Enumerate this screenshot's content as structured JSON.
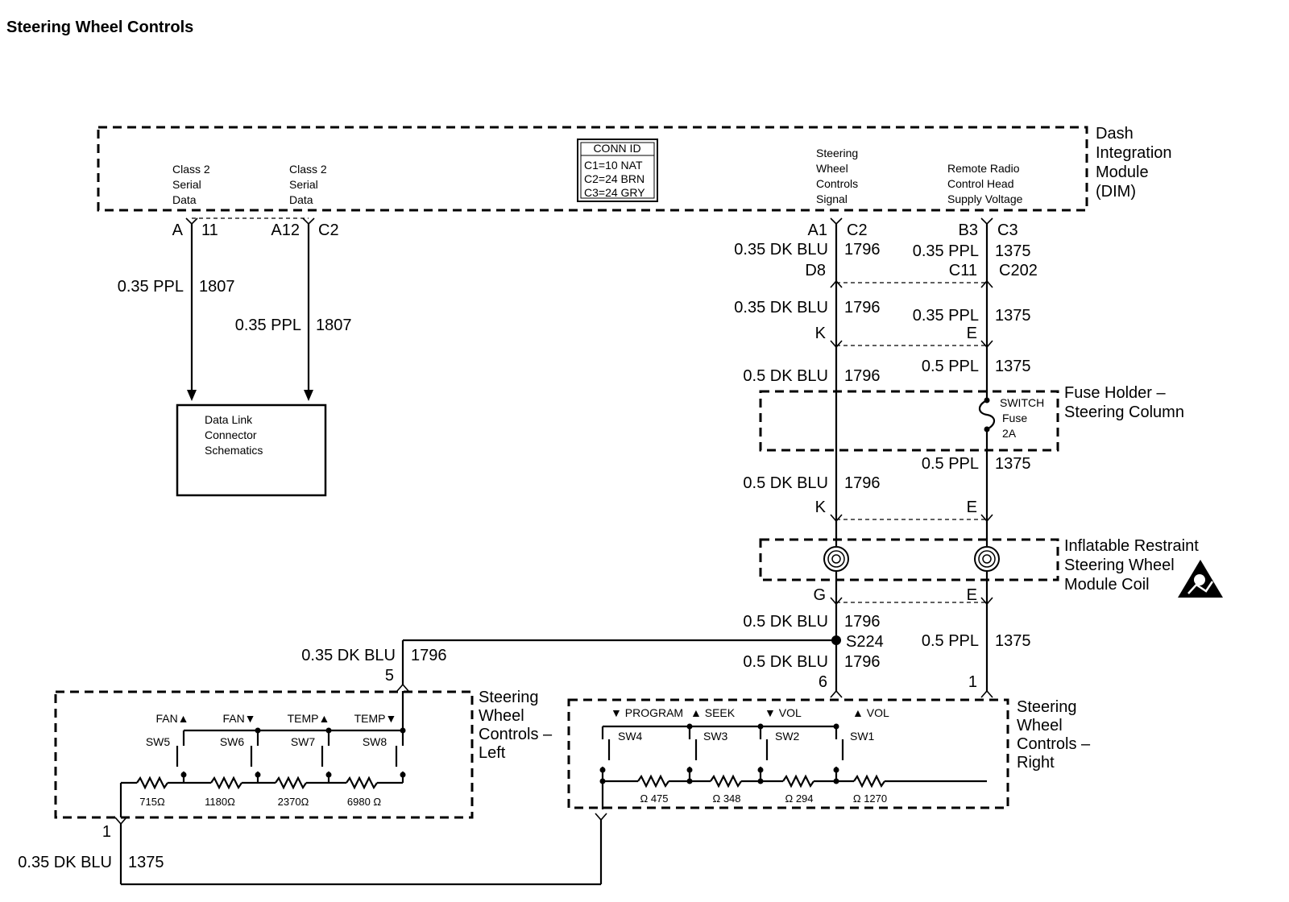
{
  "title": "Steering Wheel Controls",
  "dim": {
    "name": [
      "Dash",
      "Integration",
      "Module",
      "(DIM)"
    ],
    "pin_labels": {
      "class2_a": [
        "Class 2",
        "Serial",
        "Data"
      ],
      "class2_b": [
        "Class 2",
        "Serial",
        "Data"
      ],
      "swc_signal": [
        "Steering",
        "Wheel",
        "Controls",
        "Signal"
      ],
      "remote_radio": [
        "Remote Radio",
        "Control Head",
        "Supply Voltage"
      ]
    },
    "conn_id": {
      "header": "CONN ID",
      "lines": [
        "C1=10 NAT",
        "C2=24 BRN",
        "C3=24 GRY"
      ]
    }
  },
  "data_link": [
    "Data Link",
    "Connector",
    "Schematics"
  ],
  "pins": {
    "a": "A",
    "p11": "11",
    "a12": "A12",
    "c2_left": "C2",
    "a1": "A1",
    "c2": "C2",
    "b3": "B3",
    "c3": "C3",
    "d8": "D8",
    "c11": "C11",
    "c202": "C202",
    "k1": "K",
    "e1": "E",
    "k2": "K",
    "e2": "E",
    "g": "G",
    "e3": "E",
    "s224": "S224",
    "p6": "6",
    "p1_right": "1",
    "p5": "5",
    "p1_left": "1"
  },
  "wires": {
    "ppl_1807_a": [
      "0.35 PPL",
      "1807"
    ],
    "ppl_1807_b": [
      "0.35 PPL",
      "1807"
    ],
    "dkblu_1": [
      "0.35 DK BLU",
      "1796"
    ],
    "ppl_1": [
      "0.35 PPL",
      "1375"
    ],
    "dkblu_2": [
      "0.35 DK BLU",
      "1796"
    ],
    "ppl_2": [
      "0.35 PPL",
      "1375"
    ],
    "dkblu_3": [
      "0.5 DK BLU",
      "1796"
    ],
    "ppl_3": [
      "0.5 PPL",
      "1375"
    ],
    "ppl_4": [
      "0.5 PPL",
      "1375"
    ],
    "dkblu_4": [
      "0.5 DK BLU",
      "1796"
    ],
    "dkblu_5": [
      "0.5 DK BLU",
      "1796"
    ],
    "ppl_5": [
      "0.5 PPL",
      "1375"
    ],
    "dkblu_6": [
      "0.5 DK BLU",
      "1796"
    ],
    "dkblu_left": [
      "0.35 DK BLU",
      "1796"
    ],
    "dkblu_bottom": [
      "0.35 DK BLU",
      "1375"
    ]
  },
  "fuse_holder": {
    "name": [
      "Fuse Holder –",
      "Steering Column"
    ],
    "fuse": [
      "SWITCH",
      "Fuse",
      "2A"
    ]
  },
  "coil": {
    "name": [
      "Inflatable Restraint",
      "Steering Wheel",
      "Module Coil"
    ]
  },
  "swc_left": {
    "name": [
      "Steering",
      "Wheel",
      "Controls –",
      "Left"
    ],
    "buttons": [
      "FAN▲",
      "FAN▼",
      "TEMP▲",
      "TEMP▼"
    ],
    "switches": [
      "SW5",
      "SW6",
      "SW7",
      "SW8"
    ],
    "resistors": [
      "715Ω",
      "1180Ω",
      "2370Ω",
      "6980 Ω"
    ]
  },
  "swc_right": {
    "name": [
      "Steering",
      "Wheel",
      "Controls –",
      "Right"
    ],
    "buttons": [
      "▼ PROGRAM",
      "▲ SEEK",
      "▼ VOL",
      "▲ VOL"
    ],
    "switches": [
      "SW4",
      "SW3",
      "SW2",
      "SW1"
    ],
    "resistors": [
      "Ω 475",
      "Ω 348",
      "Ω 294",
      "Ω 1270"
    ]
  }
}
